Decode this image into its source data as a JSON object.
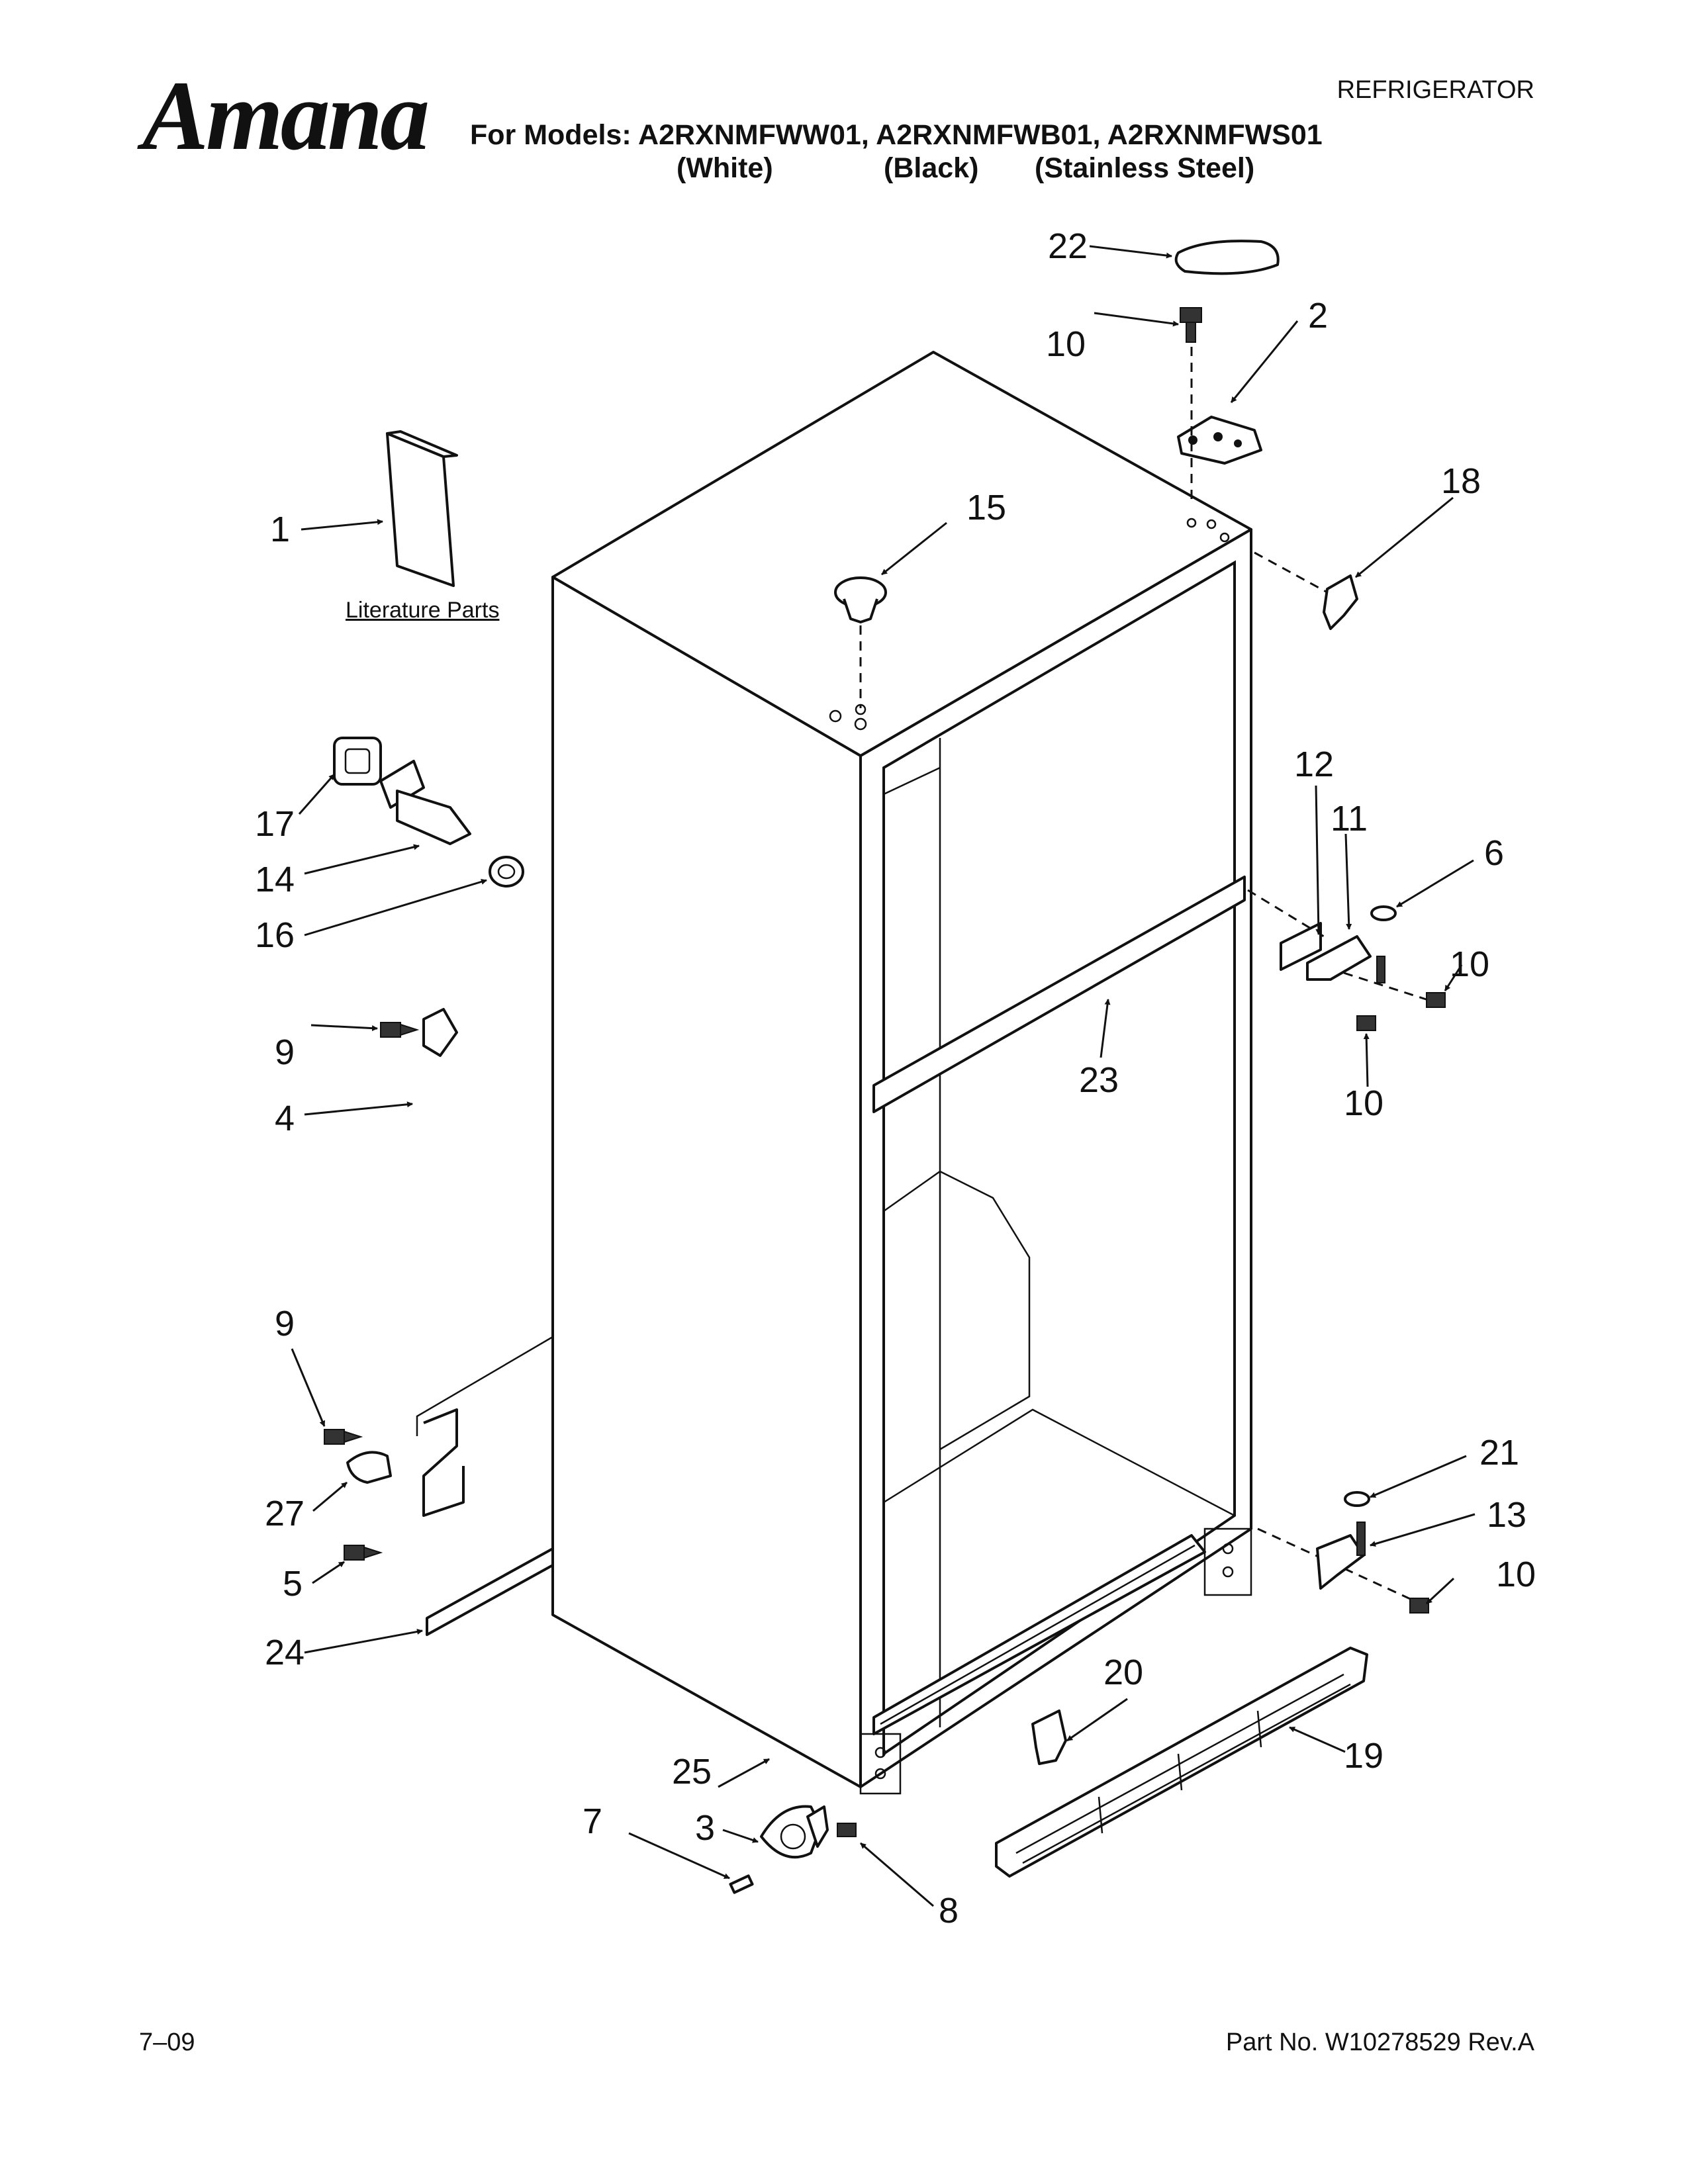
{
  "brand": {
    "logo_text": "Amana"
  },
  "header": {
    "document_type": "REFRIGERATOR",
    "models_line": "For Models: A2RXNMFWW01, A2RXNMFWB01, A2RXNMFWS01",
    "variants": [
      "(White)",
      "(Black)",
      "(Stainless Steel)"
    ]
  },
  "diagram": {
    "literature_label": "Literature Parts",
    "callouts": {
      "c1": "1",
      "c2": "2",
      "c3": "3",
      "c4": "4",
      "c5": "5",
      "c6": "6",
      "c7": "7",
      "c8": "8",
      "c9a": "9",
      "c9b": "9",
      "c10a": "10",
      "c10b": "10",
      "c10c": "10",
      "c10d": "10",
      "c11": "11",
      "c12": "12",
      "c13": "13",
      "c14": "14",
      "c15": "15",
      "c16": "16",
      "c17": "17",
      "c18": "18",
      "c19": "19",
      "c20": "20",
      "c21": "21",
      "c22": "22",
      "c23": "23",
      "c24": "24",
      "c25": "25",
      "c27": "27"
    }
  },
  "footer": {
    "date_code": "7–09",
    "part_number": "Part No. W10278529 Rev.A"
  }
}
